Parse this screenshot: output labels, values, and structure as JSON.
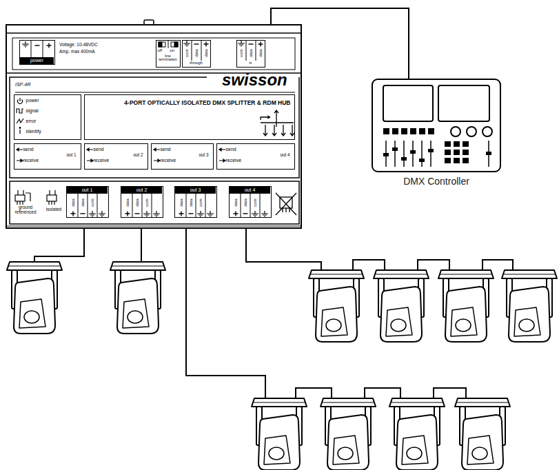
{
  "diagram": {
    "nodes": [
      {
        "text": [
          "ISP-4R",
          "swisson"
        ]
      },
      {
        "text": [
          "power"
        ],
        "in": 0
      },
      {
        "text": [
          "off",
          "on",
          "line termination"
        ],
        "in": 0
      },
      {
        "text": [
          "com",
          "data",
          "data",
          "through"
        ],
        "in": 0
      },
      {
        "text": [
          "com",
          "data",
          "data",
          "in"
        ],
        "in": 0
      },
      {
        "text": [
          "power",
          "signal",
          "error",
          "identify"
        ],
        "in": 0
      },
      {
        "text": [
          "4-PORT OPTICALLY ISOLATED DMX SPLITTER & RDM HUB"
        ],
        "in": 0
      },
      {
        "text": [
          "send",
          "receive",
          "out 1"
        ],
        "in": 0
      },
      {
        "text": [
          "send",
          "receive",
          "out 2"
        ],
        "in": 0
      },
      {
        "text": [
          "send",
          "receive",
          "out 3"
        ],
        "in": 0
      },
      {
        "text": [
          "send",
          "receive",
          "out 4"
        ],
        "in": 0
      },
      {
        "text": [
          "out 1",
          "data",
          "data",
          "com"
        ],
        "in": 0
      },
      {
        "text": [
          "out 2",
          "data",
          "data",
          "com"
        ],
        "in": 0
      },
      {
        "text": [
          "out 3",
          "data",
          "data",
          "com"
        ],
        "in": 0
      },
      {
        "text": [
          "out 4",
          "data",
          "data",
          "com"
        ],
        "in": 0
      },
      {
        "text": [
          "DMX Controller"
        ]
      }
    ],
    "edges": [
      {
        "from": 15,
        "to": 0,
        "arrow": "none"
      }
    ],
    "labels": [
      "Voltage: 10-48VDC",
      "Amp. max 400mA",
      "ground referenced",
      "isolated"
    ]
  }
}
